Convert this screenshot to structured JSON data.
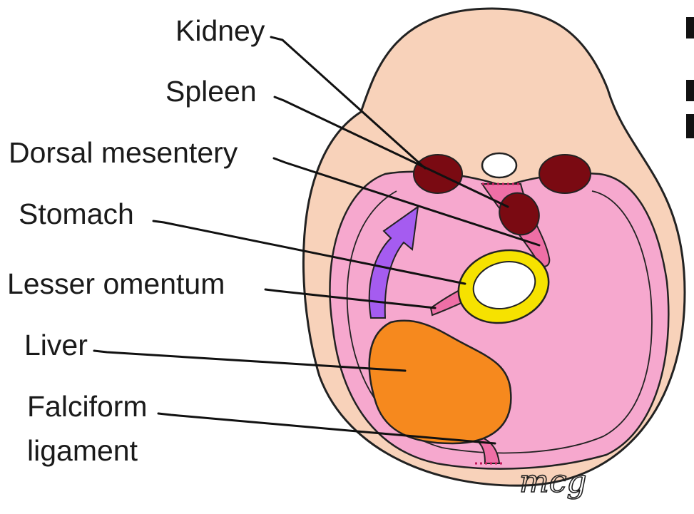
{
  "labels": {
    "kidney": "Kidney",
    "spleen": "Spleen",
    "dorsal_mesentery": "Dorsal mesentery",
    "stomach": "Stomach",
    "lesser_omentum": "Lesser omentum",
    "liver": "Liver",
    "falciform_line1": "Falciform",
    "falciform_line2": "ligament"
  },
  "signature": "mcg",
  "colors": {
    "body_wall": "#F8D2BA",
    "peritoneal_cavity": "#F6A8CE",
    "mesentery": "#EE6FA6",
    "kidney": "#7A0A12",
    "spleen": "#7A0A12",
    "notochord": "#FFFFFF",
    "stomach_wall": "#F6E200",
    "stomach_lumen": "#FFFFFF",
    "liver": "#F6891E",
    "rotation_arrow": "#A55CF0",
    "outline": "#222222"
  }
}
